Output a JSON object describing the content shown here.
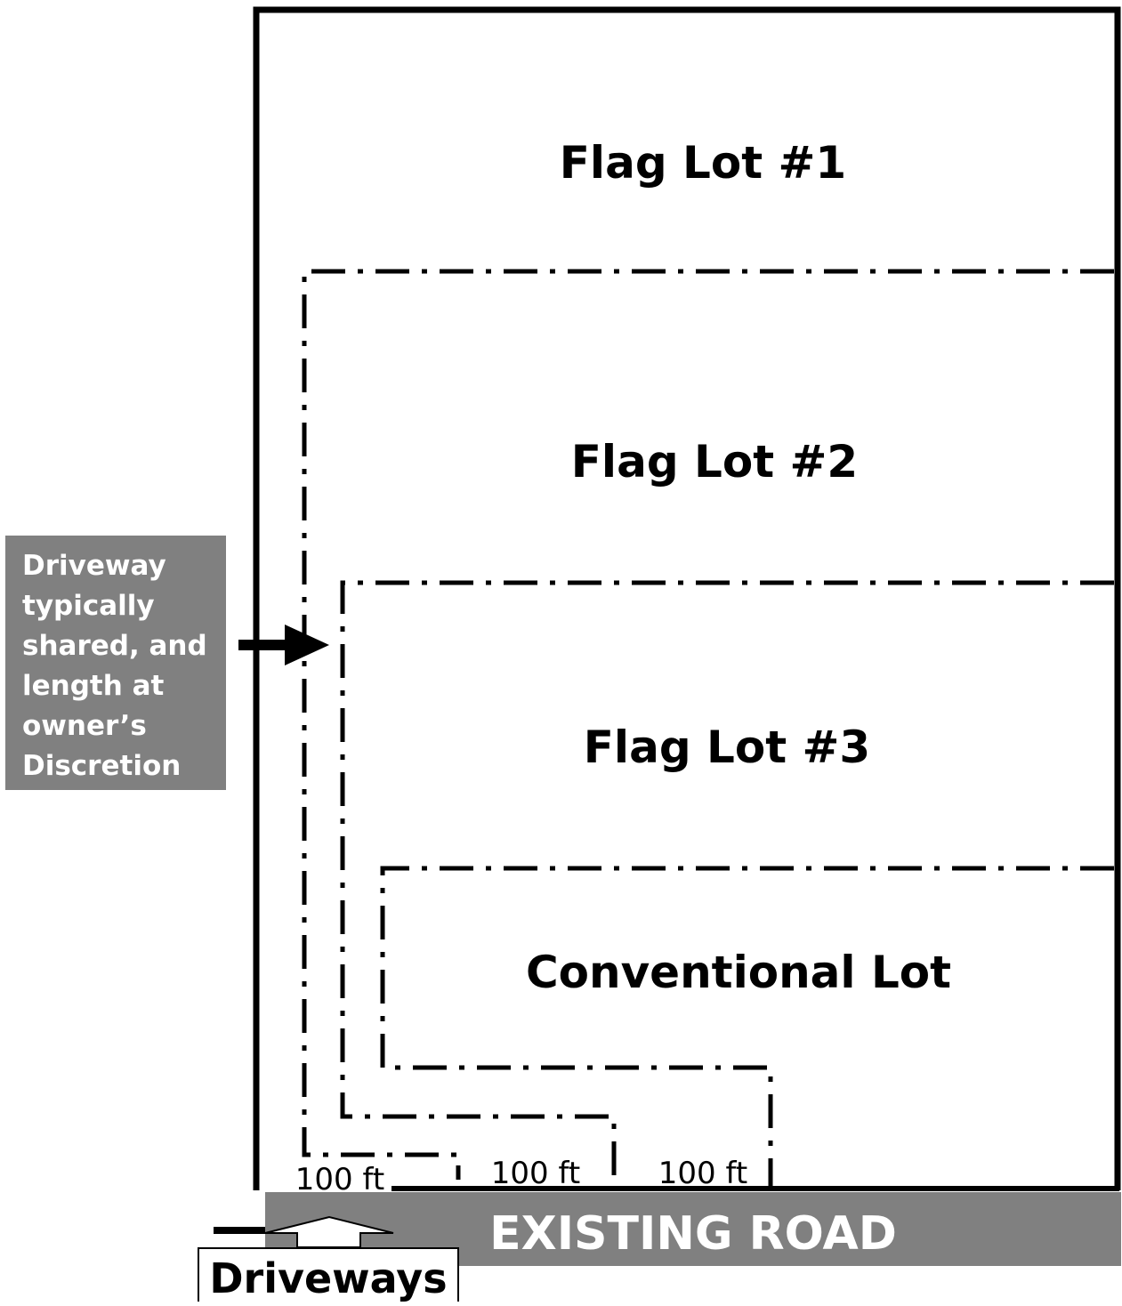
{
  "lots": [
    {
      "label": "Flag Lot #1"
    },
    {
      "label": "Flag Lot #2"
    },
    {
      "label": "Flag Lot #3"
    },
    {
      "label": "Conventional Lot"
    }
  ],
  "frontage_labels": [
    "100 ft",
    "100 ft",
    "100 ft"
  ],
  "road_label": "EXISTING ROAD",
  "callout": "Driveway\ntypically\nshared, and\nlength at\nowner’s\nDiscretion",
  "driveways_label": "Driveways",
  "colors": {
    "road": "#808080",
    "callout_bg": "#808080",
    "lines": "#000000"
  }
}
